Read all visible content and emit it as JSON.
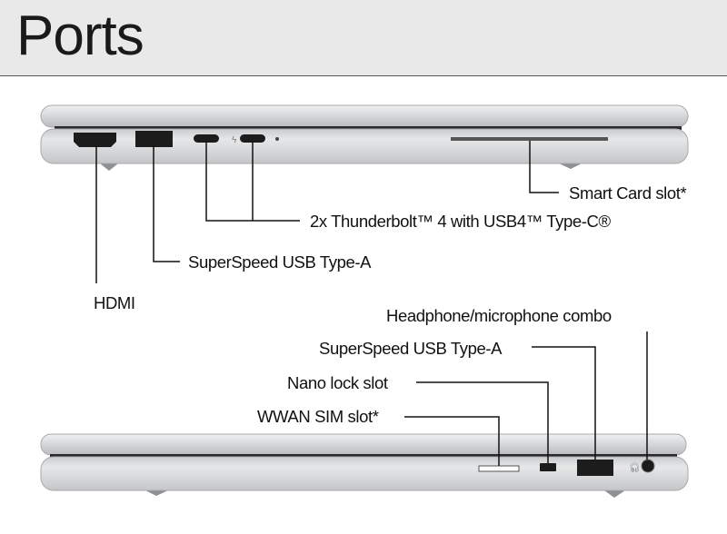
{
  "header": {
    "title": "Ports"
  },
  "top_view": {
    "labels": {
      "smart_card": "Smart Card slot*",
      "thunderbolt": "2x Thunderbolt™ 4 with USB4™ Type-C®",
      "usb_a": "SuperSpeed USB Type-A",
      "hdmi": "HDMI"
    }
  },
  "bottom_view": {
    "labels": {
      "headphone": "Headphone/microphone combo",
      "usb_a": "SuperSpeed USB Type-A",
      "nano_lock": "Nano lock slot",
      "wwan_sim": "WWAN SIM slot*"
    }
  },
  "colors": {
    "header_bg": "#e9e9e9",
    "chassis": "#d6d7d9",
    "port": "#1c1c1c",
    "callout_line": "#111111"
  }
}
